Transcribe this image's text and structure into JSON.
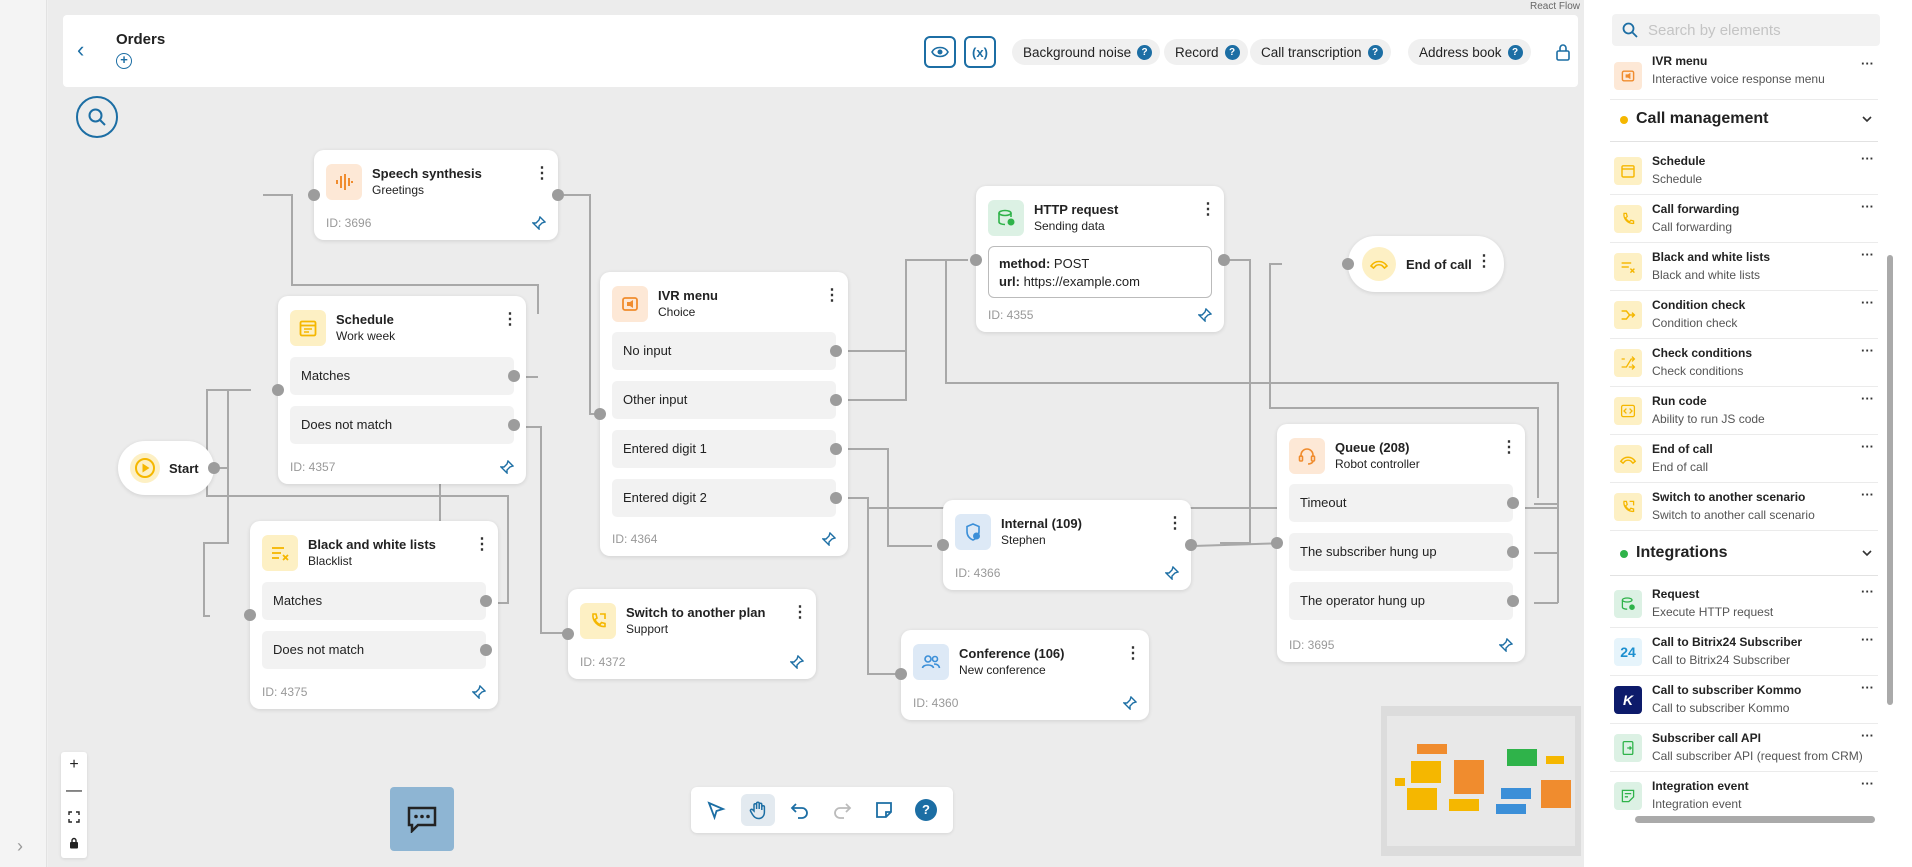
{
  "app": {
    "title": "Orders",
    "attribution": "React Flow"
  },
  "header": {
    "pills": [
      {
        "label": "Background noise",
        "help": "?"
      },
      {
        "label": "Record",
        "help": "?"
      },
      {
        "label": "Call transcription",
        "help": "?"
      },
      {
        "label": "Address book",
        "help": "?"
      }
    ],
    "variables_glyph": "(x)"
  },
  "nodes": {
    "start": {
      "title": "Start"
    },
    "speech": {
      "title": "Speech synthesis",
      "subtitle": "Greetings",
      "id": "ID: 3696"
    },
    "schedule": {
      "title": "Schedule",
      "subtitle": "Work week",
      "rows": [
        "Matches",
        "Does not match"
      ],
      "id": "ID: 4357"
    },
    "bwlists": {
      "title": "Black and white lists",
      "subtitle": "Blacklist",
      "rows": [
        "Matches",
        "Does not match"
      ],
      "id": "ID: 4375"
    },
    "ivr": {
      "title": "IVR menu",
      "subtitle": "Choice",
      "rows": [
        "No input",
        "Other input",
        "Entered digit 1",
        "Entered digit 2"
      ],
      "id": "ID: 4364"
    },
    "switchplan": {
      "title": "Switch to another plan",
      "subtitle": "Support",
      "id": "ID: 4372"
    },
    "http": {
      "title": "HTTP request",
      "subtitle": "Sending data",
      "method_label": "method:",
      "method": "POST",
      "url_label": "url:",
      "url": "https://example.com",
      "id": "ID: 4355"
    },
    "internal": {
      "title": "Internal (109)",
      "subtitle": "Stephen",
      "id": "ID: 4366"
    },
    "conference": {
      "title": "Conference (106)",
      "subtitle": "New conference",
      "id": "ID: 4360"
    },
    "endcall": {
      "title": "End of call"
    },
    "queue": {
      "title": "Queue (208)",
      "subtitle": "Robot controller",
      "rows": [
        "Timeout",
        "The subscriber hung up",
        "The operator hung up"
      ],
      "id": "ID: 3695"
    }
  },
  "toolbar": {
    "help": "?"
  },
  "panel": {
    "search_placeholder": "Search by elements",
    "top_item": {
      "title": "IVR menu",
      "subtitle": "Interactive voice response menu"
    },
    "sections": [
      {
        "title": "Call management",
        "color": "#f5b700",
        "items": [
          {
            "title": "Schedule",
            "subtitle": "Schedule"
          },
          {
            "title": "Call forwarding",
            "subtitle": "Call forwarding"
          },
          {
            "title": "Black and white lists",
            "subtitle": "Black and white lists"
          },
          {
            "title": "Condition check",
            "subtitle": "Condition check"
          },
          {
            "title": "Check conditions",
            "subtitle": "Check conditions"
          },
          {
            "title": "Run code",
            "subtitle": "Ability to run JS code"
          },
          {
            "title": "End of call",
            "subtitle": "End of call"
          },
          {
            "title": "Switch to another scenario",
            "subtitle": "Switch to another call scenario"
          }
        ]
      },
      {
        "title": "Integrations",
        "color": "#2fb34a",
        "items": [
          {
            "title": "Request",
            "subtitle": "Execute HTTP request"
          },
          {
            "title": "Call to Bitrix24 Subscriber",
            "subtitle": "Call to Bitrix24 Subscriber",
            "logo": "24"
          },
          {
            "title": "Call to subscriber Kommo",
            "subtitle": "Call to subscriber Kommo",
            "logo": "K"
          },
          {
            "title": "Subscriber call API",
            "subtitle": "Call subscriber API (request from CRM)"
          },
          {
            "title": "Integration event",
            "subtitle": "Integration event"
          }
        ]
      }
    ],
    "more_glyph": "···"
  },
  "colors": {
    "accent": "#1c6ea4",
    "edge": "#a8a8a8",
    "handle": "#9c9c9c",
    "yellow": "#f5b700",
    "orange": "#f08c2e",
    "green": "#2fb34a",
    "blue": "#3b8fd8"
  }
}
